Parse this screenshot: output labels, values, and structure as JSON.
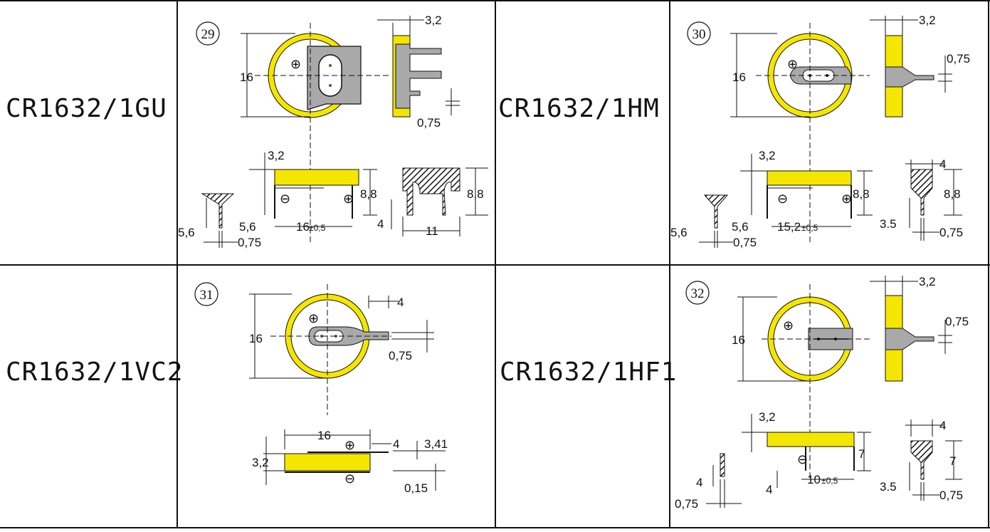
{
  "models": {
    "m29": "CR1632/1GU",
    "m30": "CR1632/1HM",
    "m31": "CR1632/1VC2",
    "m32": "CR1632/1HF1"
  },
  "figure_numbers": {
    "f29": "29",
    "f30": "30",
    "f31": "31",
    "f32": "32"
  },
  "dims": {
    "d16": "16",
    "d3_2": "3,2",
    "d0_75": "0,75",
    "d8_8": "8,8",
    "d5_6": "5,6",
    "d4": "4",
    "d11": "11",
    "d16_tol": "16",
    "tol": "±0,5",
    "d15_2": "15,2",
    "d3_5": "3.5",
    "d3_41": "3,41",
    "d0_15": "0,15",
    "d10": "10",
    "d7": "7"
  },
  "symbols": {
    "plus": "⊕",
    "minus": "⊖"
  },
  "colors": {
    "battery_yellow": "#ffff00",
    "tab_gray": "#a9a9a9",
    "line": "#111111"
  }
}
